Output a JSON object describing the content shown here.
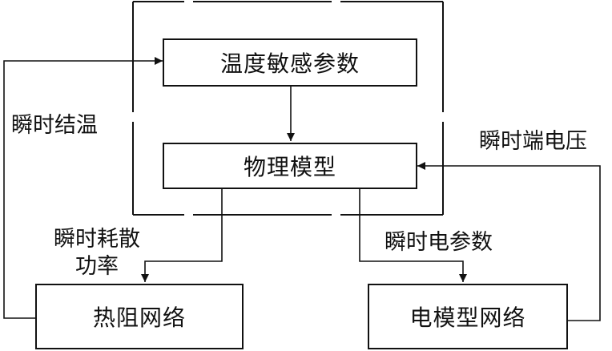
{
  "boxes": {
    "temperature_params": "温度敏感参数",
    "physical_model": "物理模型",
    "thermal_network": "热阻网络",
    "electrical_network": "电模型网络"
  },
  "labels": {
    "junction_temp": "瞬时结温",
    "terminal_voltage": "瞬时端电压",
    "dissipated_power_line1": "瞬时耗散",
    "dissipated_power_line2": "功率",
    "electrical_params": "瞬时电参数"
  },
  "colors": {
    "stroke": "#111111",
    "background": "#ffffff"
  }
}
